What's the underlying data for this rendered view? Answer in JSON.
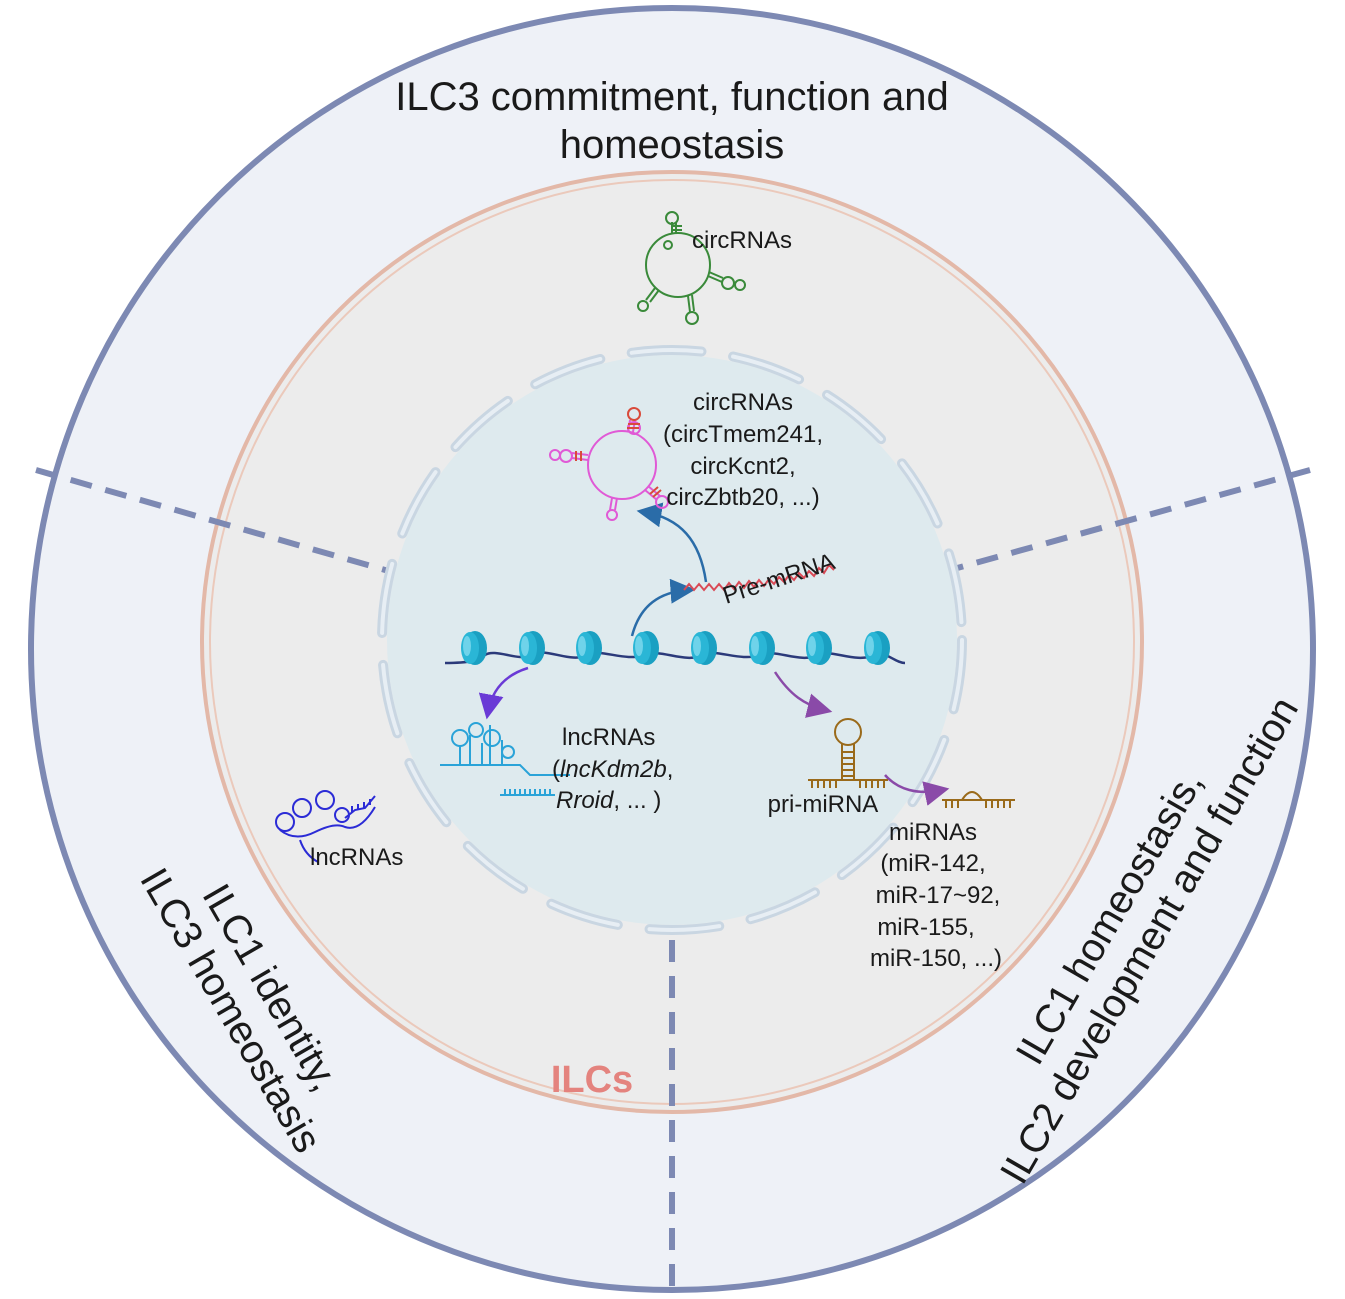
{
  "sectors": {
    "top_line1": "ILC3 commitment, function and",
    "top_line2": "homeostasis",
    "left_line1": "ILC1 identity,",
    "left_line2": "ILC3 homeostasis",
    "right_line1": "ILC1 homeostasis,",
    "right_line2": "ILC2 development and function"
  },
  "cell": {
    "label": "ILCs"
  },
  "cytoplasm": {
    "circrna_label": "circRNAs",
    "lncrna_label": "lncRNAs"
  },
  "nucleus": {
    "circ": {
      "line1": "circRNAs",
      "line2": "(circTmem241,",
      "line3": "circKcnt2,",
      "line4": "circZbtb20, ...)"
    },
    "premrna_label": "Pre-mRNA",
    "lnc": {
      "line1": "lncRNAs",
      "open_paren": "(",
      "italic1": "lncKdm2b",
      "comma": ",",
      "italic2": "Rroid",
      "tail": ", ... )"
    },
    "primirna_label": "pri-miRNA"
  },
  "mirnas": {
    "line1": "miRNAs",
    "line2": "(miR-142,",
    "line3": "miR-17~92,",
    "line4": "miR-155,",
    "line5": "miR-150, ...)"
  },
  "colors": {
    "outer_ring_fill": "#eef1f7",
    "outer_ring_stroke": "#7d89b3",
    "cell_fill": "#ececec",
    "cell_membrane": "#e3b8a8",
    "nucleus_fill": "#deeaee",
    "nuclear_envelope": "#c9d6e2",
    "divider": "#7d89b3",
    "nucleosome": "#1fa4c4",
    "dna": "#2b3a7a",
    "circ_cyto": "#3a8a3a",
    "circ_nuc": "#e05ad6",
    "premrna": "#d94a56",
    "arrow_blue": "#2a6ca8",
    "lnc_nuc": "#2aa3d8",
    "lnc_cyto": "#2b2bd6",
    "mirna": "#9a6a1a",
    "arrow_purple": "#8a4aa8",
    "arrow_violet": "#6a3ad6",
    "ilc_label": "#e4837e"
  },
  "icons": [
    "dna-strand-icon",
    "nucleosome-icon",
    "circrna-icon",
    "lncrna-icon",
    "pri-mirna-hairpin-icon",
    "mirna-icon",
    "pre-mrna-icon"
  ]
}
